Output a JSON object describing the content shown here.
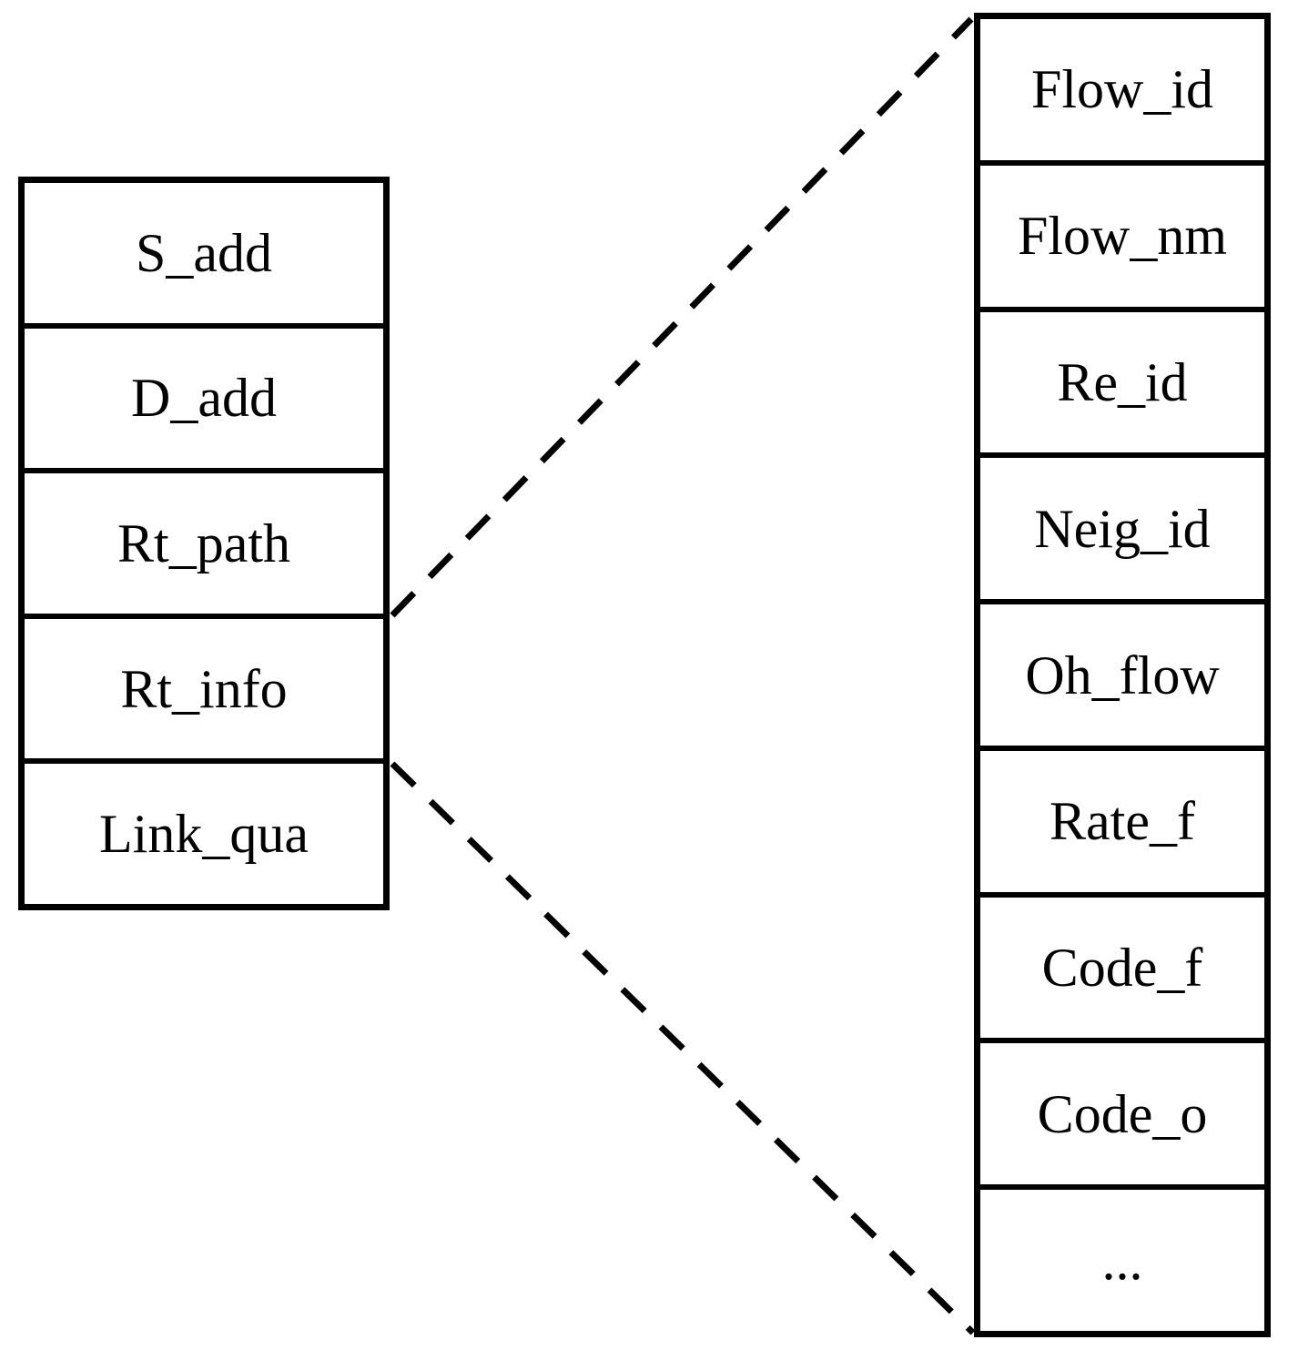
{
  "left_table": {
    "rows": [
      "S_add",
      "D_add",
      "Rt_path",
      "Rt_info",
      "Link_qua"
    ]
  },
  "right_table": {
    "rows": [
      "Flow_id",
      "Flow_nm",
      "Re_id",
      "Neig_id",
      "Oh_flow",
      "Rate_f",
      "Code_f",
      "Code_o",
      "..."
    ]
  },
  "colors": {
    "line": "#000000",
    "background": "#ffffff"
  }
}
